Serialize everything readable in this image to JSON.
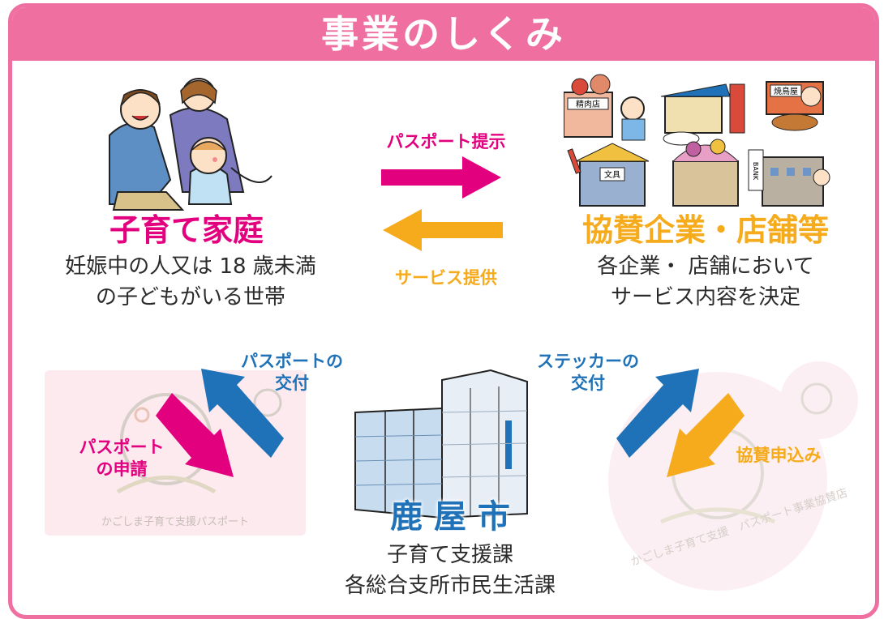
{
  "header": {
    "title": "事業のしくみ"
  },
  "family": {
    "title": "子育て家庭",
    "desc_line1": "妊娠中の人又は 18 歳未満",
    "desc_line2": "の子どもがいる世帯"
  },
  "shops": {
    "title": "協賛企業・店舗等",
    "desc_line1": "各企業・ 店舗において",
    "desc_line2": "サービス内容を決定",
    "sign_meat": "精肉店",
    "sign_yakitori": "焼鳥屋",
    "sign_stationery": "文具",
    "sign_bank": "BANK"
  },
  "top_flow": {
    "show_passport": "パスポート提示",
    "service": "サービス提供"
  },
  "city": {
    "name": "鹿 屋 市",
    "dept1": "子育て支援課",
    "dept2": "各総合支所市民生活課"
  },
  "left_flow": {
    "issue_line1": "パスポートの",
    "issue_line2": "交付",
    "apply_line1": "パスポート",
    "apply_line2": "の申請"
  },
  "right_flow": {
    "sticker_line1": "ステッカーの",
    "sticker_line2": "交付",
    "sponsor_apply": "協賛申込み"
  },
  "passport_card": {
    "caption": "かごしま子育て支援パスポート"
  },
  "sticker": {
    "caption": "かごしま子育て支援　パスポート事業協賛店"
  },
  "colors": {
    "frame_pink": "#ee6fa0",
    "magenta": "#e2007f",
    "orange": "#f6ab1c",
    "blue": "#1f72b8"
  }
}
